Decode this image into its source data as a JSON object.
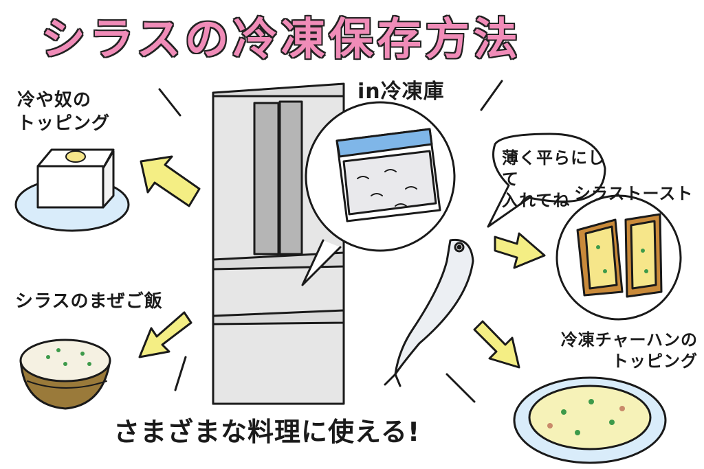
{
  "title": "シラスの冷凍保存方法",
  "freezer_label": "in冷凍庫",
  "tip": {
    "line1": "薄く平らにして",
    "line2": "入れてね"
  },
  "uses": {
    "hiyayakko": {
      "line1": "冷や奴の",
      "line2": "トッピング"
    },
    "mazegohan": "シラスのまぜご飯",
    "toast": "シラストースト",
    "chahan": {
      "line1": "冷凍チャーハンの",
      "line2": "トッピング"
    }
  },
  "footer": "さまざまな料理に使える!",
  "colors": {
    "title_fill": "#f08cb8",
    "fridge": "#e6e6e6",
    "bag_blue": "#7fb6e8",
    "arrow_yellow": "#f4ee84",
    "plate_blue": "#d9ecfa",
    "bowl_brown": "#9a7a3a",
    "rice_yellow": "#f6f2b8",
    "toast_yellow": "#f6e68a"
  }
}
